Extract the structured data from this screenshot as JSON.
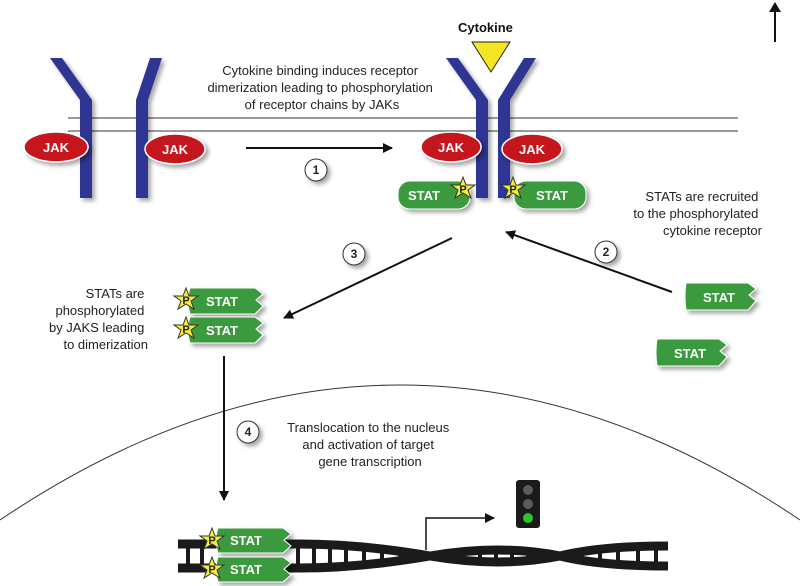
{
  "cytokine_label": "Cytokine",
  "captions": {
    "dimerization": [
      "Cytokine binding induces receptor",
      "dimerization leading to phosphorylation",
      "of receptor chains by JAKs"
    ],
    "recruit": [
      "STATs are recruited",
      "to the phosphorylated",
      "cytokine receptor"
    ],
    "phos": [
      "STATs are",
      "phosphorylated",
      "by JAKS leading",
      "to dimerization"
    ],
    "translocation": [
      "Translocation to the nucleus",
      "and activation of target",
      "gene transcription"
    ]
  },
  "labels": {
    "jak": "JAK",
    "stat": "STAT",
    "p": "P"
  },
  "steps": [
    "1",
    "2",
    "3",
    "4"
  ],
  "colors": {
    "receptor": "#2e3592",
    "jak": "#c4161c",
    "stat": "#3a9a3e",
    "phospho_star": "#f3ec3a",
    "cytokine": "#f5e623",
    "dna": "#1a1a1a",
    "light_green": "#2ec32e",
    "light_off": "#5a5a5a"
  },
  "icons": [
    "cytokine-triangle",
    "phosphate-star",
    "traffic-light",
    "dna-helix",
    "up-arrow"
  ]
}
